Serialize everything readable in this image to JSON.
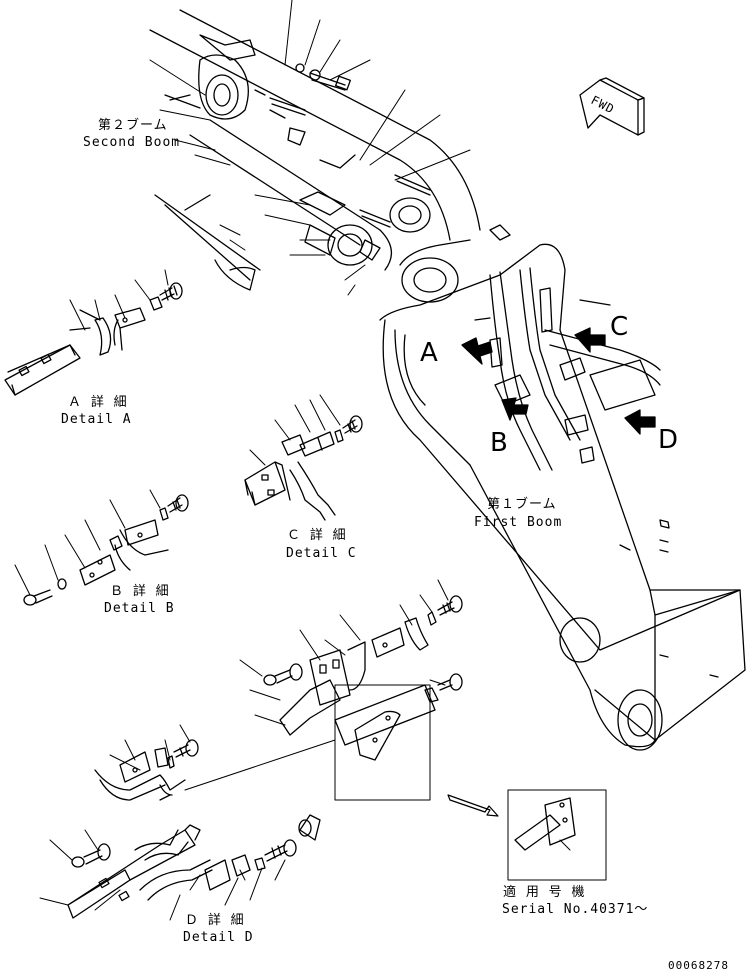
{
  "labels": {
    "second_boom_jp": "第２ブーム",
    "second_boom_en": "Second Boom",
    "first_boom_jp": "第１ブーム",
    "first_boom_en": "First Boom",
    "detail_a_jp": "Ａ 詳 細",
    "detail_a_en": "Detail A",
    "detail_b_jp": "Ｂ 詳 細",
    "detail_b_en": "Detail B",
    "detail_c_jp": "Ｃ 詳 細",
    "detail_c_en": "Detail C",
    "detail_d_jp": "Ｄ 詳 細",
    "detail_d_en": "Detail D",
    "serial_jp": "適 用 号 機",
    "serial_en": "Serial No.40371～",
    "drawing_no": "00068278"
  },
  "callouts": {
    "a": "A",
    "b": "B",
    "c": "C",
    "d": "D",
    "fwd": "FWD"
  }
}
